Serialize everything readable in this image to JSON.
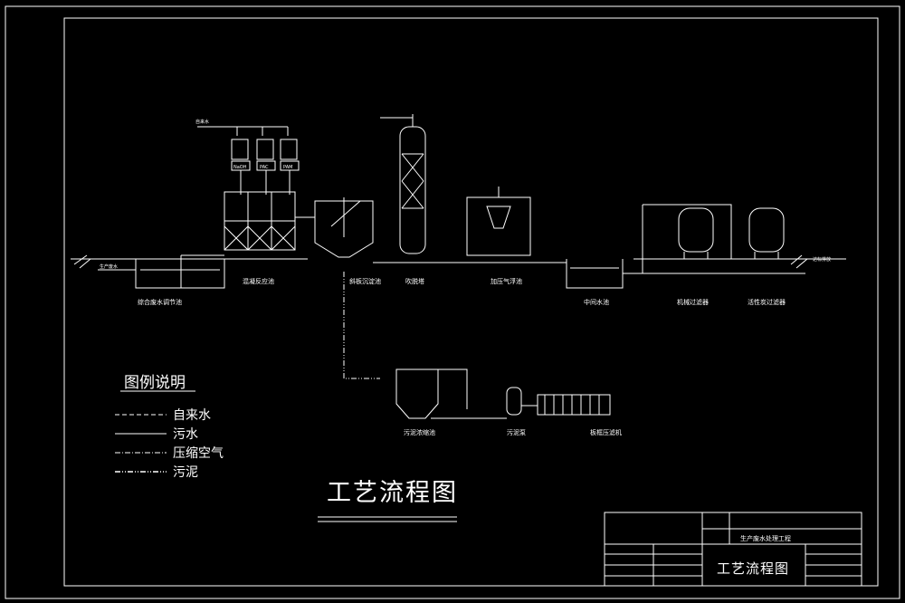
{
  "chemicals": [
    "NaOH",
    "PAC",
    "PAM"
  ],
  "chemical_feed_label": "自来水",
  "units": {
    "equalization_tank": "综合废水调节池",
    "reaction_tank": "混凝反应池",
    "settling_tank": "斜板沉淀池",
    "stripper": "吹脱塔",
    "air_flotation": "加压气浮池",
    "intermediate_tank": "中间水池",
    "filter_1": "机械过滤器",
    "filter_2": "活性炭过滤器",
    "sludge_thickener": "污泥浓缩池",
    "sludge_pump": "污泥泵",
    "filter_press": "板框压滤机"
  },
  "notes": {
    "inflow": "生产废水",
    "discharge": "达标排放"
  },
  "legend": {
    "title": "图例说明",
    "items": [
      {
        "style": "dashed",
        "label": "自来水"
      },
      {
        "style": "solid",
        "label": "污水"
      },
      {
        "style": "dashdot",
        "label": "压缩空气"
      },
      {
        "style": "dashdotdot",
        "label": "污泥"
      }
    ]
  },
  "title": "工艺流程图",
  "title_block": {
    "project_name": "生产废水处理工程",
    "drawing_title": "工艺流程图"
  },
  "colors": {
    "background": "#000000",
    "line": "#ffffff"
  }
}
